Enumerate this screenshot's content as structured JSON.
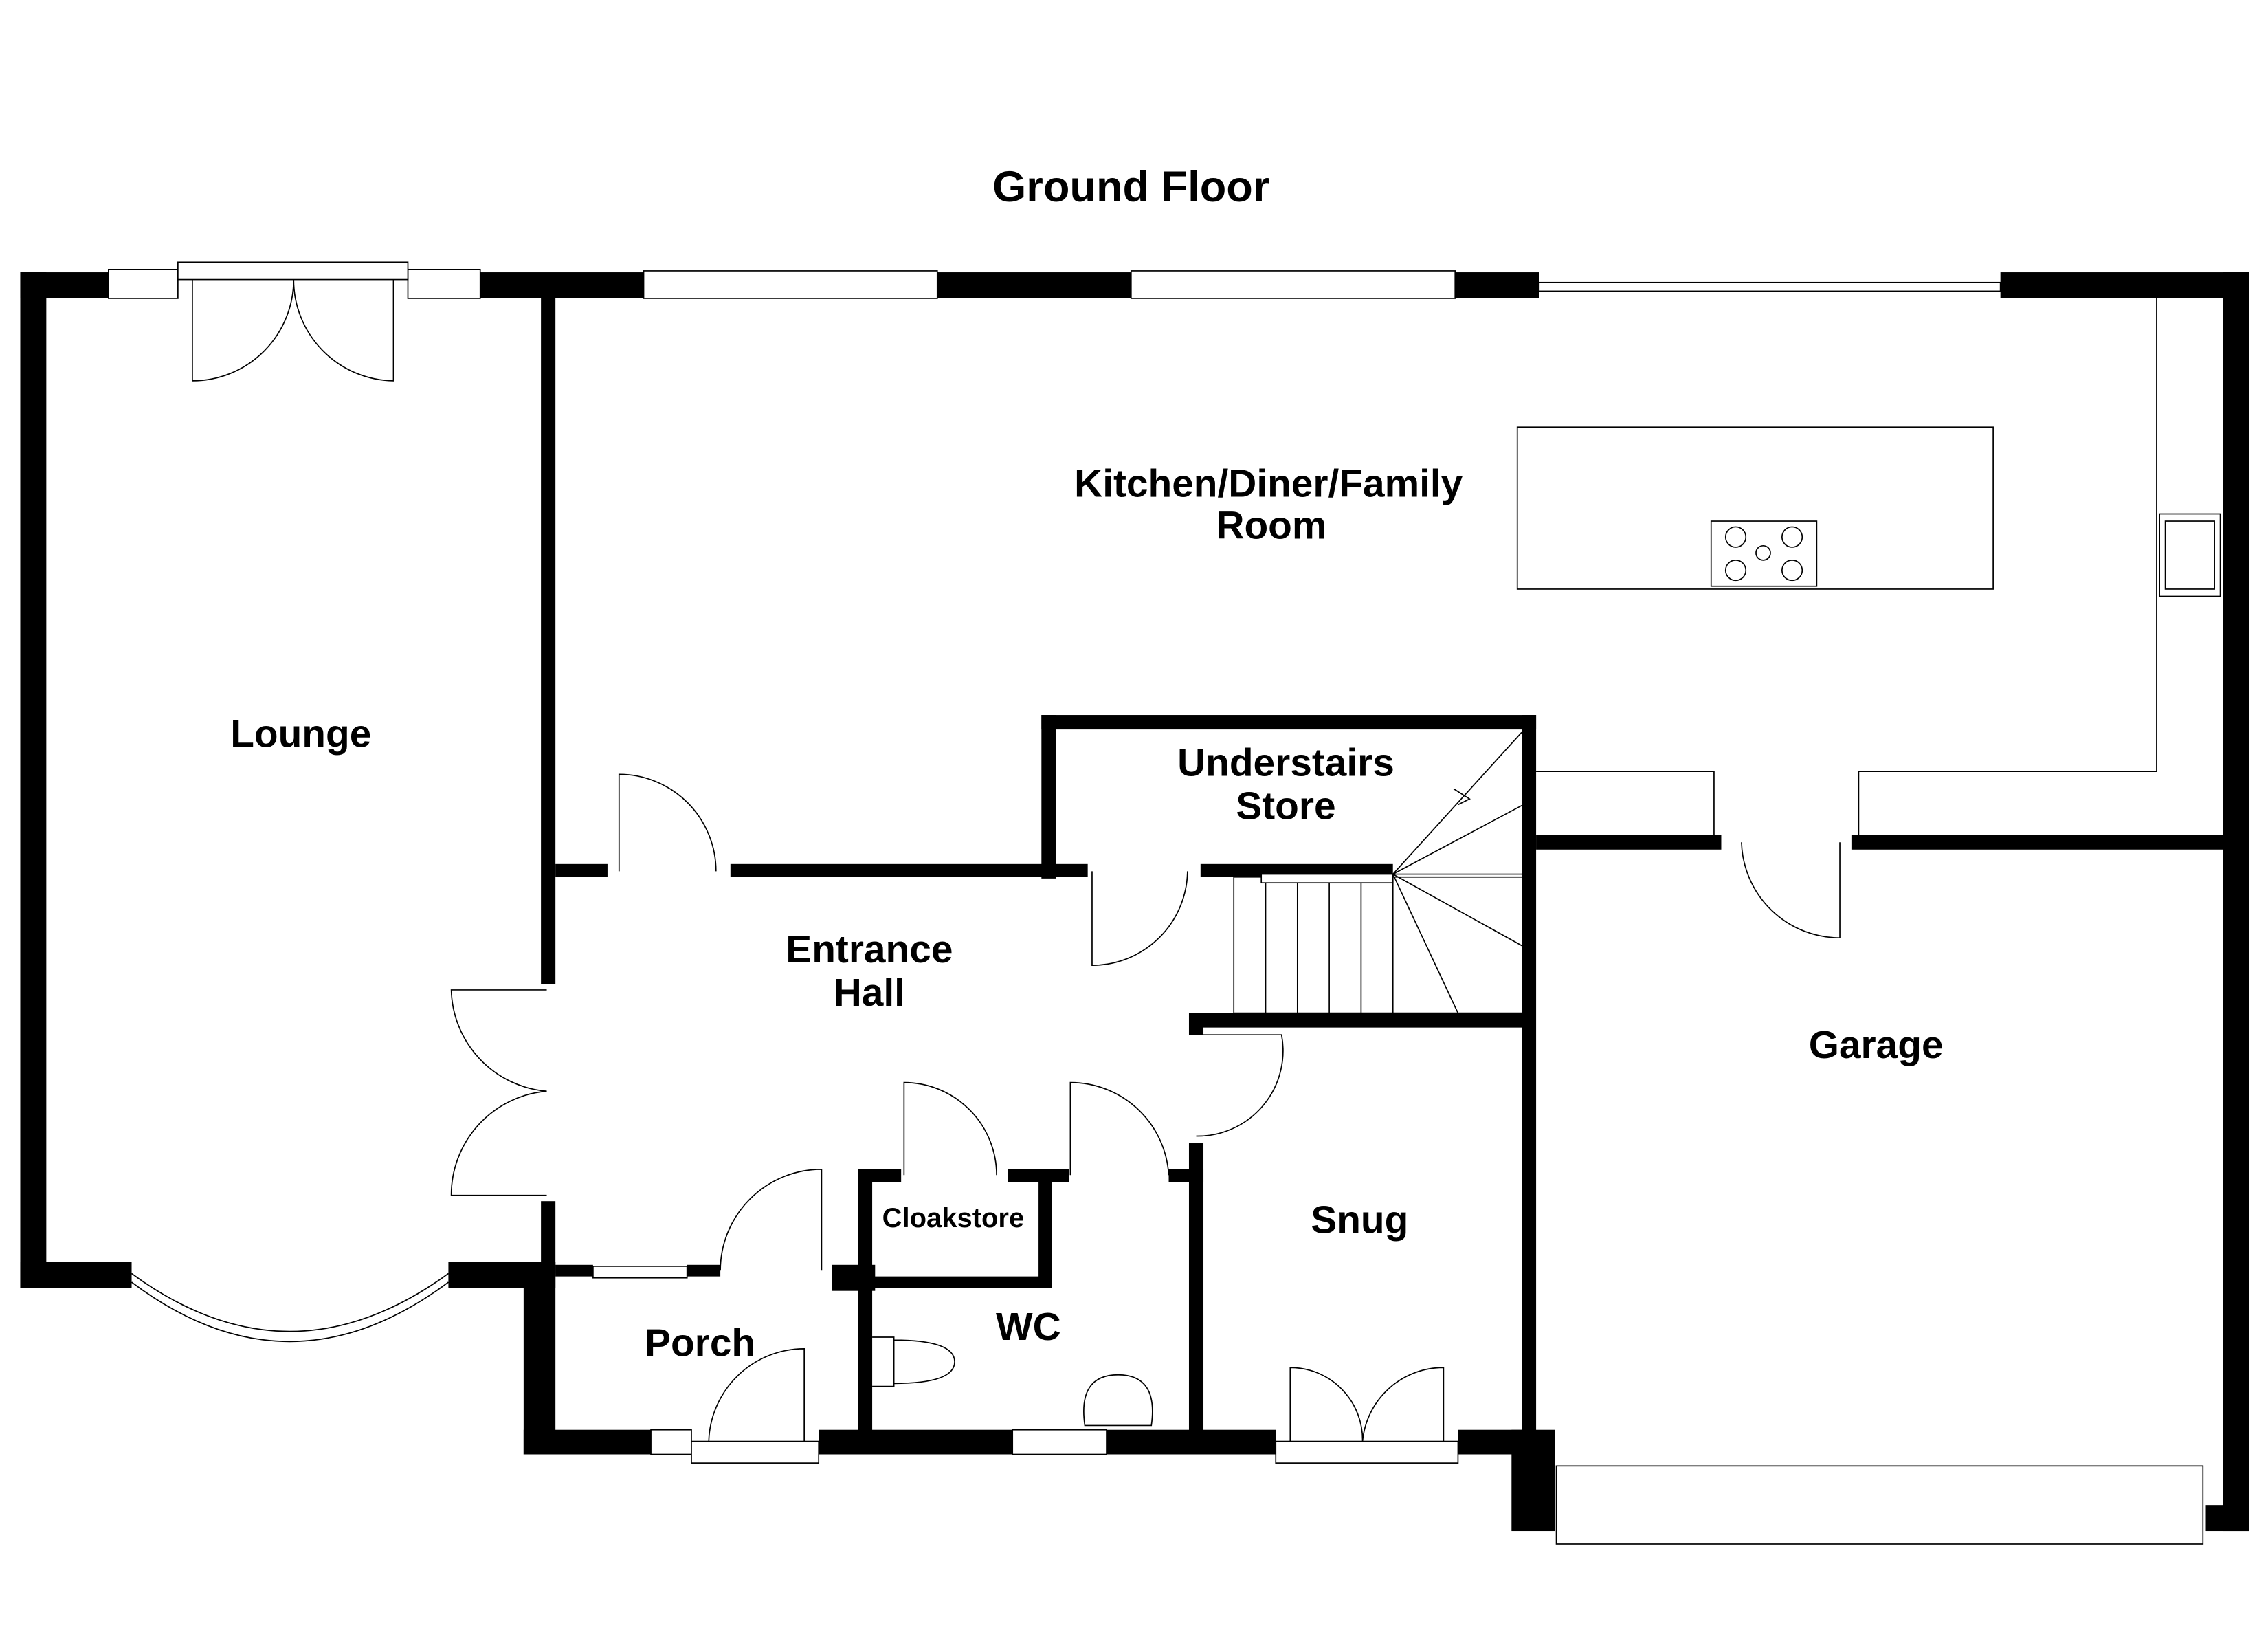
{
  "title": "Ground Floor",
  "rooms": {
    "lounge": "Lounge",
    "kitchen_line1": "Kitchen/Diner/Family",
    "kitchen_line2": "Room",
    "understairs_line1": "Understairs",
    "understairs_line2": "Store",
    "hall_line1": "Entrance",
    "hall_line2": "Hall",
    "garage": "Garage",
    "snug": "Snug",
    "cloakstore": "Cloakstore",
    "wc": "WC",
    "porch": "Porch"
  },
  "colors": {
    "wall": "#000000",
    "background": "#ffffff"
  }
}
